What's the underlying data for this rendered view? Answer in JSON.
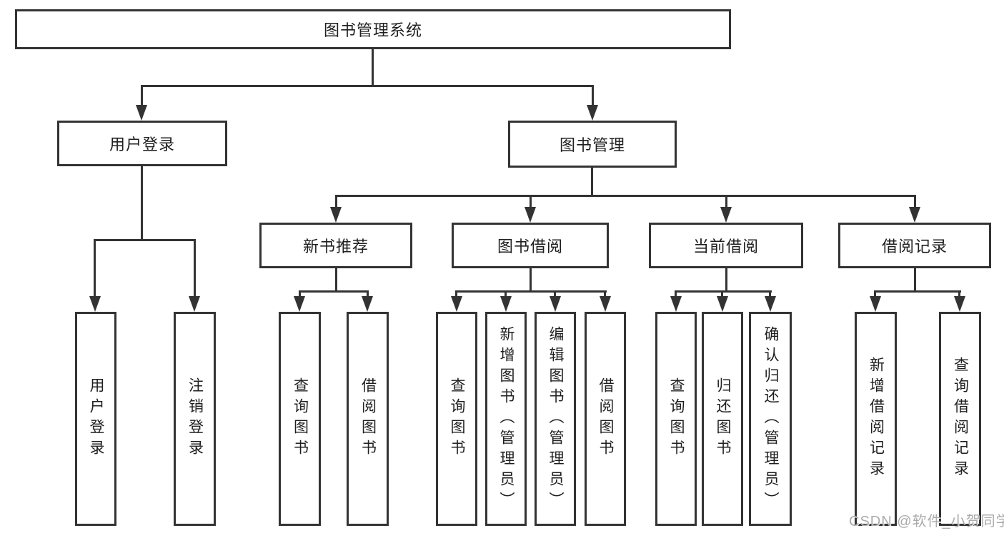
{
  "diagram": {
    "type": "hierarchy",
    "root": {
      "label": "图书管理系统",
      "children": [
        {
          "label": "用户登录",
          "children": [
            {
              "label": "用户登录"
            },
            {
              "label": "注销登录"
            }
          ]
        },
        {
          "label": "图书管理",
          "children": [
            {
              "label": "新书推荐",
              "children": [
                {
                  "label": "查询图书"
                },
                {
                  "label": "借阅图书"
                }
              ]
            },
            {
              "label": "图书借阅",
              "children": [
                {
                  "label": "查询图书"
                },
                {
                  "label": "新增图书（管理员）"
                },
                {
                  "label": "编辑图书（管理员）"
                },
                {
                  "label": "借阅图书"
                }
              ]
            },
            {
              "label": "当前借阅",
              "children": [
                {
                  "label": "查询图书"
                },
                {
                  "label": "归还图书"
                },
                {
                  "label": "确认归还（管理员）"
                }
              ]
            },
            {
              "label": "借阅记录",
              "children": [
                {
                  "label": "新增借阅记录"
                },
                {
                  "label": "查询借阅记录"
                }
              ]
            }
          ]
        }
      ]
    },
    "colors": {
      "line": "#333333",
      "box_fill": "#ffffff",
      "text": "#1f1f1f",
      "watermark": "#ababab"
    }
  },
  "watermark": {
    "text": "CSDN @软件_小贺同学"
  }
}
